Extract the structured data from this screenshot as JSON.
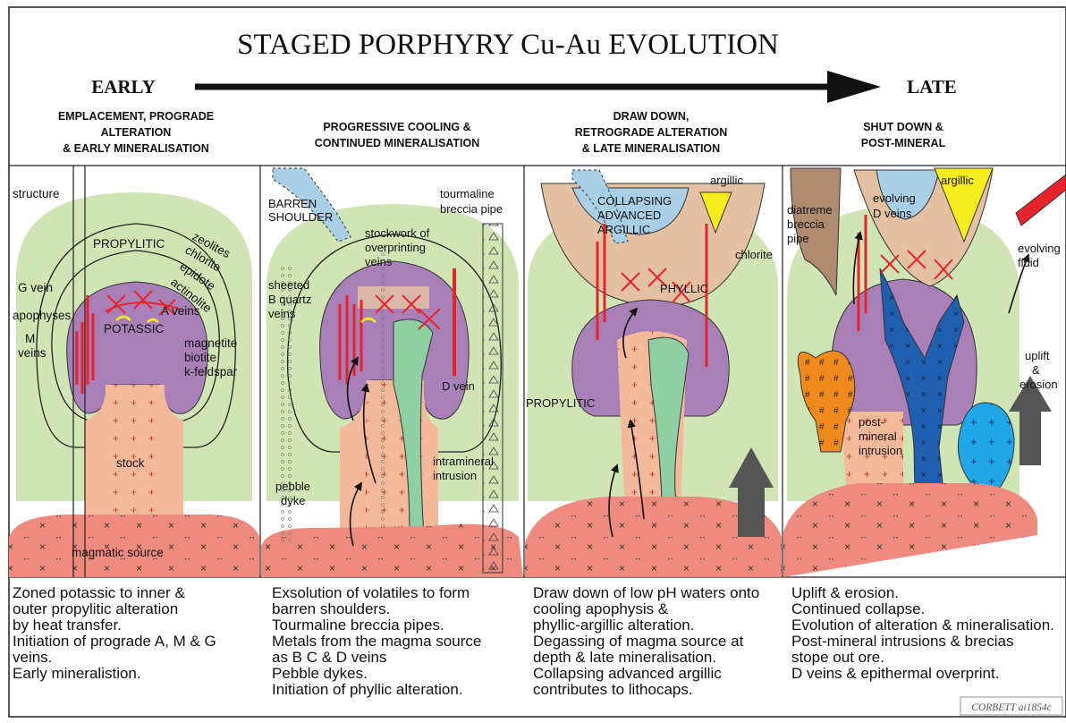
{
  "title": "STAGED PORPHYRY Cu-Au EVOLUTION",
  "early_label": "EARLY",
  "late_label": "LATE",
  "credit": "CORBETT  ai1854c",
  "panels": [
    {
      "heading": [
        "EMPLACEMENT, PROGRADE",
        "ALTERATION",
        "& EARLY MINERALISATION"
      ],
      "labels": {
        "structure": "structure",
        "propylitic": "PROPYLITIC",
        "zeolites": "zeolites",
        "chlorite": "chlorite",
        "epidote": "epidote",
        "actinolite": "actinolite",
        "g_vein": "G vein",
        "apophyses": "apophyses",
        "a_veins": "A veins",
        "potassic": "POTASSIC",
        "m_veins": [
          "M",
          "veins"
        ],
        "magnetite": [
          "magnetite",
          "biotite",
          "k-feldspar"
        ],
        "stock": "stock",
        "magmatic_source": "magmatic source"
      },
      "notes": [
        "Zoned potassic to inner &",
        "outer propylitic alteration",
        "by heat transfer.",
        "Initiation of prograde A, M & G",
        "veins.",
        "Early mineralistion."
      ]
    },
    {
      "heading": [
        "PROGRESSIVE COOLING &",
        "CONTINUED MINERALISATION"
      ],
      "labels": {
        "barren_shoulder": [
          "BARREN",
          "SHOULDER"
        ],
        "tourmaline": [
          "tourmaline",
          "breccia pipe"
        ],
        "stockwork": [
          "stockwork of",
          "overprinting",
          "veins"
        ],
        "sheeted": [
          "sheeted",
          "B quartz",
          "veins"
        ],
        "d_vein": "D vein",
        "intramineral": [
          "intramineral",
          "intrusion"
        ],
        "pebble": [
          "pebble",
          "dyke"
        ]
      },
      "notes": [
        "Exsolution of volatiles to form",
        "barren shoulders.",
        "Tourmaline breccia pipes.",
        "Metals from the magma source",
        "as B C & D veins",
        "Pebble dykes.",
        "Initiation of phyllic alteration."
      ]
    },
    {
      "heading": [
        "DRAW DOWN,",
        "RETROGRADE ALTERATION",
        "& LATE MINERALISATION"
      ],
      "labels": {
        "argillic": "argillic",
        "collapsing": [
          "COLLAPSING",
          "ADVANCED",
          "ARGILLIC"
        ],
        "phyllic": "PHYLLIC",
        "chlorite": "chlorite",
        "propylitic": "PROPYLITIC"
      },
      "notes": [
        "Draw down of low pH waters onto",
        "cooling apophysis &",
        "phyllic-argillic alteration.",
        "Degassing of magma source at",
        "depth & late mineralisation.",
        "Collapsing advanced argillic",
        "contributes to lithocaps."
      ]
    },
    {
      "heading": [
        "SHUT DOWN &",
        "POST-MINERAL"
      ],
      "labels": {
        "argillic": "argillic",
        "diatreme": [
          "diatreme",
          "breccia",
          "pipe"
        ],
        "evolving_d": [
          "evolving",
          "D veins"
        ],
        "evolving_fluid": [
          "evolving",
          "fluid"
        ],
        "uplift": [
          "uplift",
          "&",
          "erosion"
        ],
        "post_mineral": [
          "post-",
          "mineral",
          "intrusion"
        ]
      },
      "notes": [
        "Uplift & erosion.",
        "Continued collapse.",
        "Evolution of alteration & mineralisation.",
        "Post-mineral intrusions & brecias",
        "stope out ore.",
        "D veins & epithermal overprint."
      ]
    }
  ],
  "colors": {
    "propylitic": "#cfe6b4",
    "propylitic_inner": "#b7d99a",
    "potassic": "#a97fb8",
    "stock": "#f4b99a",
    "source": "#ee8a7e",
    "phyllic": "#e3c1a2",
    "adv_argillic": "#a8cfe6",
    "argillic": "#f7ec1c",
    "intramineral": "#8fcfa4",
    "orange_intrusion": "#f08a1c",
    "dark_blue_intrusion": "#1f5fb0",
    "light_blue_intrusion": "#1fa7e8",
    "diatreme": "#b08a6e",
    "vein_red": "#e8232a",
    "arrow_grey": "#555555"
  }
}
